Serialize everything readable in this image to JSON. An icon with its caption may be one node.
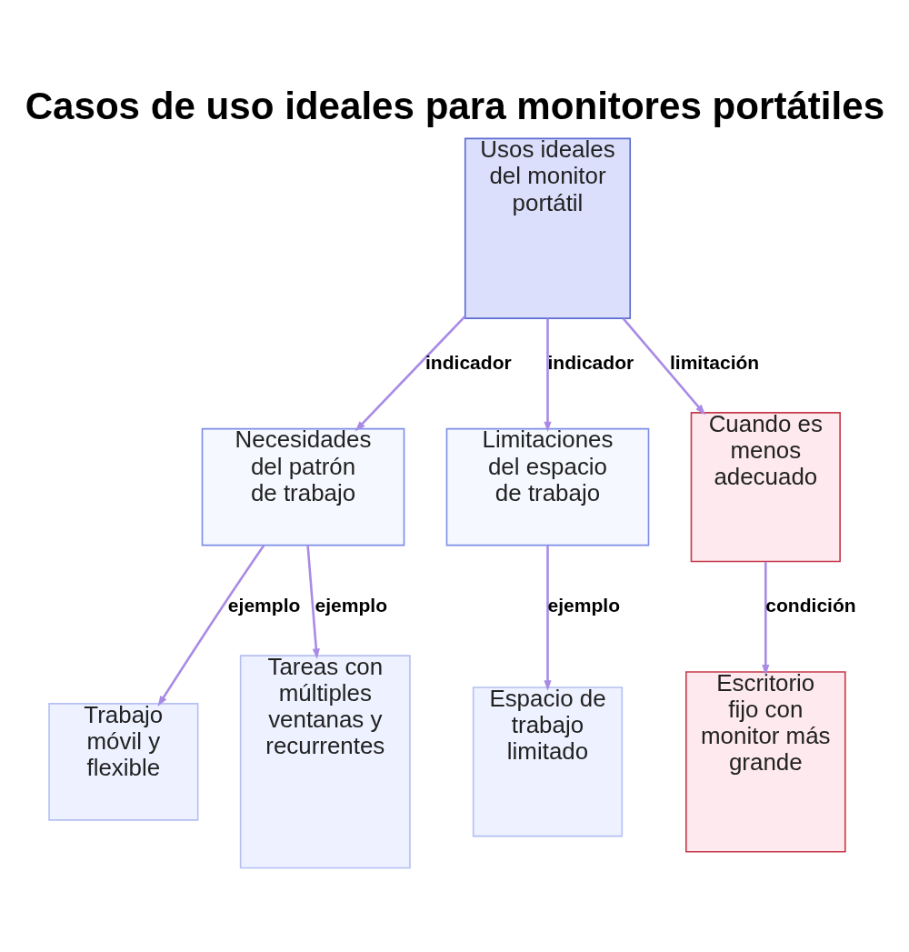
{
  "diagram": {
    "title": "Casos de uso ideales para monitores portátiles",
    "nodes": [
      {
        "text": [
          "Usos ideales del monitor portátil"
        ]
      },
      {
        "text": [
          "Necesidades del patrón de trabajo"
        ]
      },
      {
        "text": [
          "Limitaciones del espacio de trabajo"
        ]
      },
      {
        "text": [
          "Cuando es menos adecuado"
        ]
      },
      {
        "text": [
          "Trabajo móvil y flexible"
        ]
      },
      {
        "text": [
          "Tareas con múltiples ventanas y recurrentes"
        ]
      },
      {
        "text": [
          "Espacio de trabajo limitado"
        ]
      },
      {
        "text": [
          "Escritorio fijo con monitor más grande"
        ]
      }
    ],
    "edges": [
      {
        "from": 0,
        "to": 1,
        "arrow": "to",
        "label": "indicador"
      },
      {
        "from": 0,
        "to": 2,
        "arrow": "to",
        "label": "indicador"
      },
      {
        "from": 0,
        "to": 3,
        "arrow": "to",
        "label": "limitación"
      },
      {
        "from": 1,
        "to": 4,
        "arrow": "to",
        "label": "ejemplo"
      },
      {
        "from": 1,
        "to": 5,
        "arrow": "to",
        "label": "ejemplo"
      },
      {
        "from": 2,
        "to": 6,
        "arrow": "to",
        "label": "ejemplo"
      },
      {
        "from": 3,
        "to": 7,
        "arrow": "to",
        "label": "condición"
      }
    ]
  }
}
